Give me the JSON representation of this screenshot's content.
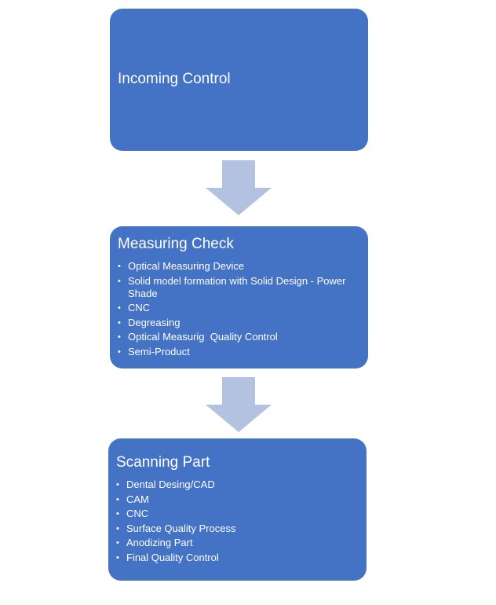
{
  "colors": {
    "box": "#4472c4",
    "arrow": "#b4c2e1",
    "text": "#ffffff"
  },
  "boxes": [
    {
      "title": "Incoming Control",
      "items": []
    },
    {
      "title": "Measuring Check",
      "items": [
        "Optical Measuring Device",
        "Solid model formation with Solid Design - Power Shade",
        "CNC",
        "Degreasing",
        "Optical Measurig  Quality Control",
        "Semi-Product"
      ]
    },
    {
      "title": "Scanning Part",
      "items": [
        "Dental Desing/CAD",
        "CAM",
        "CNC",
        "Surface Quality Process",
        "Anodizing Part",
        "Final Quality Control"
      ]
    }
  ],
  "bullet_glyph": "•"
}
